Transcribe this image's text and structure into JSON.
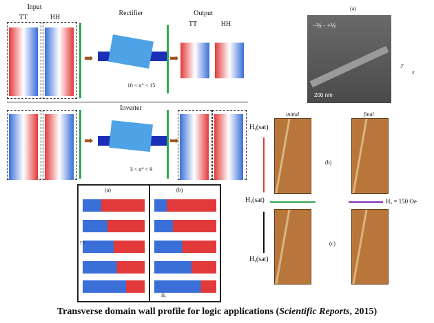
{
  "left_top": {
    "input_label": "Input",
    "tt_label": "TT",
    "hh_label": "HH",
    "rectifier_label": "Rectifier",
    "output_label": "Output",
    "tt_out_label": "TT",
    "hh_out_label": "HH",
    "rectifier_range": "10 < α° < 15"
  },
  "left_mid": {
    "inverter_label": "Inverter",
    "inverter_range": "3 < α° < 9"
  },
  "sem": {
    "label_a": "(a)",
    "charges": "−½ - +½",
    "scale": "200 nm",
    "axis_y": "y",
    "axis_x": "x"
  },
  "mfm": {
    "initial": "initial",
    "final": "final",
    "label_b": "(b)",
    "label_c": "(c)",
    "hy_sat_top": "Hᵧ(sat)",
    "hx_sat": "Hₓ(sat)",
    "hy_sat_bottom": "Hᵧ(sat)",
    "hx_value": "Hₓ = 150 Oe"
  },
  "sim_panel": {
    "label_a": "(a)",
    "label_b": "(b)",
    "axis": "y  x",
    "hx": "Hₓ"
  },
  "caption": {
    "prefix": "Transverse domain wall profile for logic applications (",
    "journal": "Scientific Reports",
    "suffix": ", 2015)"
  },
  "colors": {
    "red": "#e23a3a",
    "blue": "#3a6fd8",
    "green": "#2fa84f",
    "brown": "#a0521c",
    "purple": "#7a2fb6"
  }
}
